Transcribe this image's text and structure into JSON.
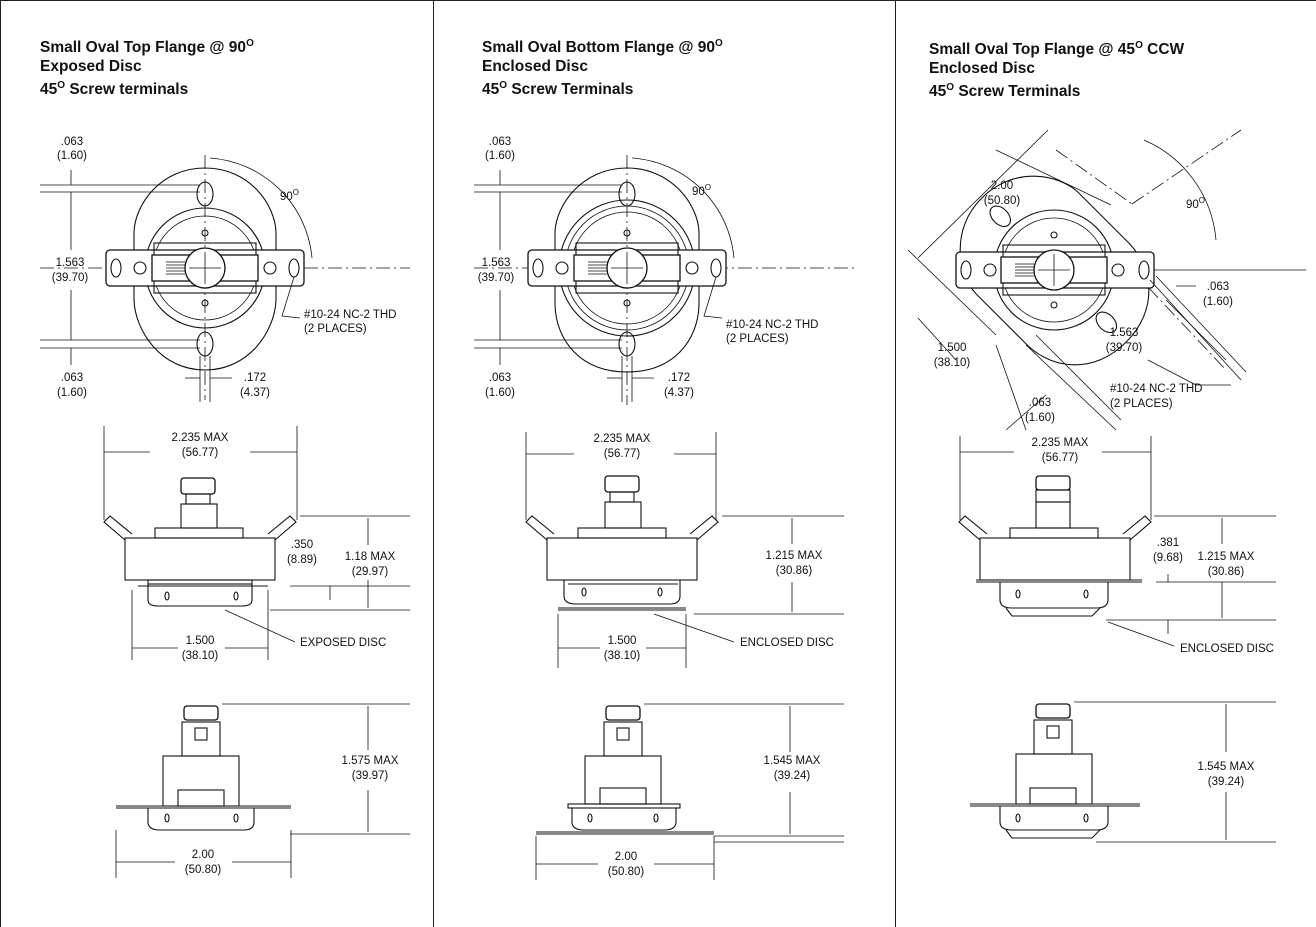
{
  "panels": [
    {
      "title": [
        "Small Oval Top Flange @ 90",
        "Exposed Disc",
        "45",
        " Screw terminals"
      ],
      "title_sup": [
        "O",
        "",
        "O"
      ],
      "top": {
        "dim_top": [
          ".063",
          "(1.60)"
        ],
        "dim_height": [
          "1.563",
          "(39.70)"
        ],
        "dim_bottom": [
          ".063",
          "(1.60)"
        ],
        "dim_slot": [
          ".172",
          "(4.37)"
        ],
        "angle": "90",
        "thread": [
          "#10-24 NC-2 THD",
          "(2 PLACES)"
        ]
      },
      "side": {
        "width": [
          "2.235 MAX",
          "(56.77)"
        ],
        "terminal": [
          ".350",
          "(8.89)"
        ],
        "height": [
          "1.18 MAX",
          "(29.97)"
        ],
        "flange": [
          "1.500",
          "(38.10)"
        ],
        "disc": "EXPOSED DISC"
      },
      "front": {
        "height": [
          "1.575 MAX",
          "(39.97)"
        ],
        "width": [
          "2.00",
          "(50.80)"
        ]
      }
    },
    {
      "title": [
        "Small Oval Bottom Flange @ 90",
        "Enclosed Disc",
        "45",
        " Screw Terminals"
      ],
      "title_sup": [
        "O",
        "",
        "O"
      ],
      "top": {
        "dim_top": [
          ".063",
          "(1.60)"
        ],
        "dim_height": [
          "1.563",
          "(39.70)"
        ],
        "dim_bottom": [
          ".063",
          "(1.60)"
        ],
        "dim_slot": [
          ".172",
          "(4.37)"
        ],
        "angle": "90",
        "thread": [
          "#10-24 NC-2 THD",
          "(2 PLACES)"
        ]
      },
      "side": {
        "width": [
          "2.235 MAX",
          "(56.77)"
        ],
        "height": [
          "1.215 MAX",
          "(30.86)"
        ],
        "flange": [
          "1.500",
          "(38.10)"
        ],
        "disc": "ENCLOSED DISC"
      },
      "front": {
        "height": [
          "1.545 MAX",
          "(39.24)"
        ],
        "width": [
          "2.00",
          "(50.80)"
        ]
      }
    },
    {
      "title": [
        "Small Oval Top Flange @ 45",
        "Enclosed Disc",
        "45",
        " Screw Terminals"
      ],
      "title_sup": [
        "O",
        "",
        "O"
      ],
      "title_suffix": " CCW",
      "top": {
        "dim_diag": [
          "2.00",
          "(50.80)"
        ],
        "angle": "90",
        "dim_right": [
          ".063",
          "(1.60)"
        ],
        "dim_height": [
          "1.563",
          "(39.70)"
        ],
        "dim_left": [
          "1.500",
          "(38.10)"
        ],
        "dim_bottom": [
          ".063",
          "(1.60)"
        ],
        "thread": [
          "#10-24 NC-2 THD",
          "(2 PLACES)"
        ]
      },
      "side": {
        "width": [
          "2.235 MAX",
          "(56.77)"
        ],
        "terminal": [
          ".381",
          "(9.68)"
        ],
        "height": [
          "1.215 MAX",
          "(30.86)"
        ],
        "disc": "ENCLOSED DISC"
      },
      "front": {
        "height": [
          "1.545 MAX",
          "(39.24)"
        ]
      }
    }
  ]
}
